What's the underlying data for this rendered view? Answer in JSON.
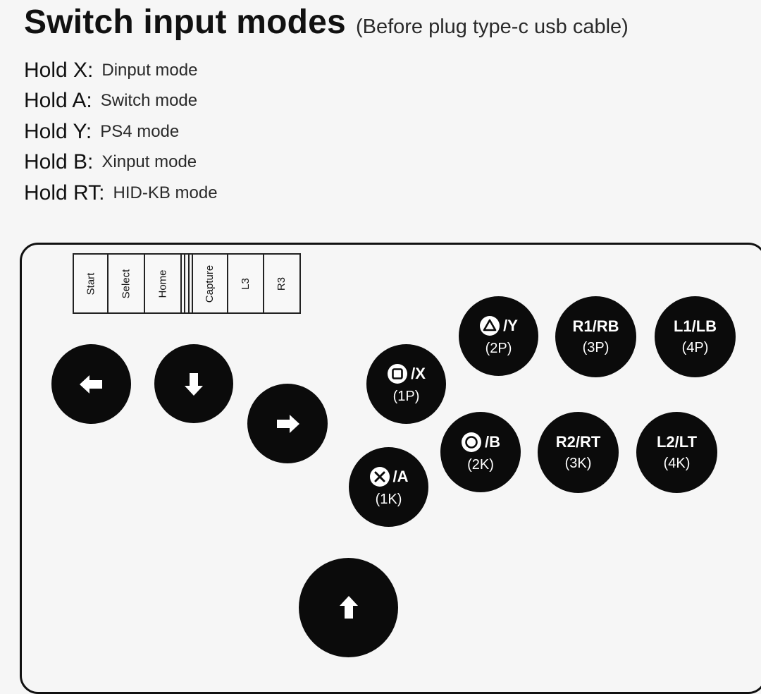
{
  "title": "Switch input modes",
  "subtitle": "(Before plug type-c usb cable)",
  "modes": [
    {
      "key": "Hold X:",
      "desc": "Dinput mode"
    },
    {
      "key": "Hold A:",
      "desc": "Switch mode"
    },
    {
      "key": "Hold Y:",
      "desc": "PS4 mode"
    },
    {
      "key": "Hold B:",
      "desc": "Xinput mode"
    },
    {
      "key": "Hold RT:",
      "desc": "HID-KB mode"
    }
  ],
  "function_buttons": {
    "start": "Start",
    "select": "Select",
    "home": "Home",
    "capture": "Capture",
    "l3": "L3",
    "r3": "R3"
  },
  "directions": {
    "left": "left-arrow-icon",
    "down": "down-arrow-icon",
    "right": "right-arrow-icon",
    "up": "up-arrow-icon"
  },
  "action_buttons": {
    "square": {
      "glyph": "square-icon",
      "label": "/X",
      "player": "(1P)"
    },
    "triangle": {
      "glyph": "triangle-icon",
      "label": "/Y",
      "player": "(2P)"
    },
    "r1": {
      "label": "R1/RB",
      "player": "(3P)"
    },
    "l1": {
      "label": "L1/LB",
      "player": "(4P)"
    },
    "cross": {
      "glyph": "cross-icon",
      "label": "/A",
      "player": "(1K)"
    },
    "circle": {
      "glyph": "circle-icon",
      "label": "/B",
      "player": "(2K)"
    },
    "r2": {
      "label": "R2/RT",
      "player": "(3K)"
    },
    "l2": {
      "label": "L2/LT",
      "player": "(4K)"
    }
  },
  "colors": {
    "background": "#f6f6f6",
    "button_fill": "#0b0b0b",
    "button_text": "#ffffff",
    "outline": "#111111"
  }
}
